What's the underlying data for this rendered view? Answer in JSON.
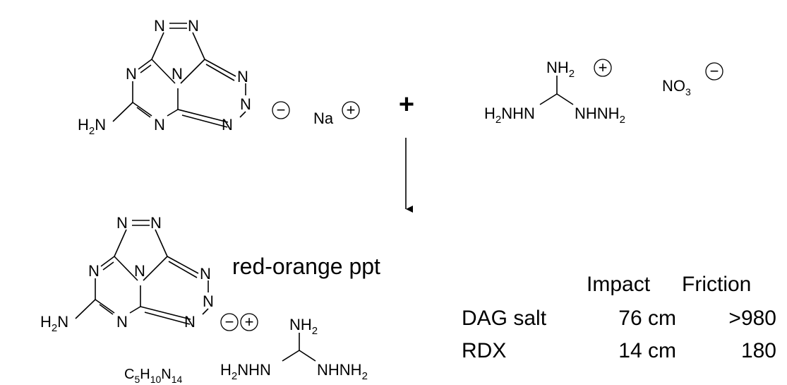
{
  "atoms": {
    "N": "N",
    "H2N": "H",
    "H2N_sub": "2",
    "H2N_tail": "N",
    "NH2_head": "NH",
    "NH2_sub": "2",
    "H2NHN_head": "H",
    "H2NHN_sub": "2",
    "H2NHN_tail": "NHN",
    "NHNH2_head": "NHNH",
    "NHNH2_sub": "2",
    "Na": "Na",
    "NO3_head": "NO",
    "NO3_sub": "3"
  },
  "charges": {
    "minus": "−",
    "plus": "+"
  },
  "reaction": {
    "plus_sign": "+"
  },
  "product": {
    "observation": "red-orange ppt",
    "formula": [
      "C",
      "5",
      "H",
      "10",
      "N",
      "14"
    ]
  },
  "table": {
    "headers": [
      "",
      "Impact",
      "Friction"
    ],
    "rows": [
      {
        "name": "DAG salt",
        "impact": "76 cm",
        "friction": ">980"
      },
      {
        "name": "RDX",
        "impact": "14 cm",
        "friction": "180"
      }
    ]
  }
}
